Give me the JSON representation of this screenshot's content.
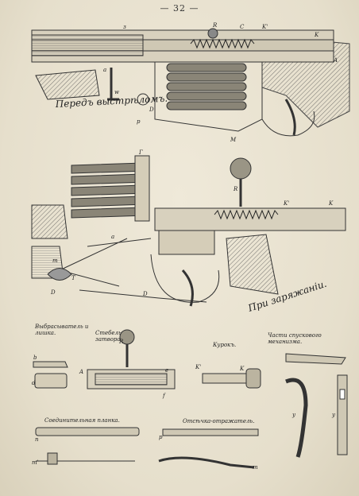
{
  "page": {
    "number": "— 32 —"
  },
  "figure1": {
    "caption": "Передъ выстрѣломъ."
  },
  "figure2": {
    "caption": "При заряжаніи."
  },
  "parts": {
    "ejector_label": "Выбрасыватель и лишка.",
    "bolt_stem_label": "Стебель затвора",
    "cocking_piece_label": "Курокъ.",
    "trigger_parts_label": "Части спускового механизма.",
    "connector_label": "Соединительная планка.",
    "cutoff_label": "Отсѣчка-отражатель."
  }
}
